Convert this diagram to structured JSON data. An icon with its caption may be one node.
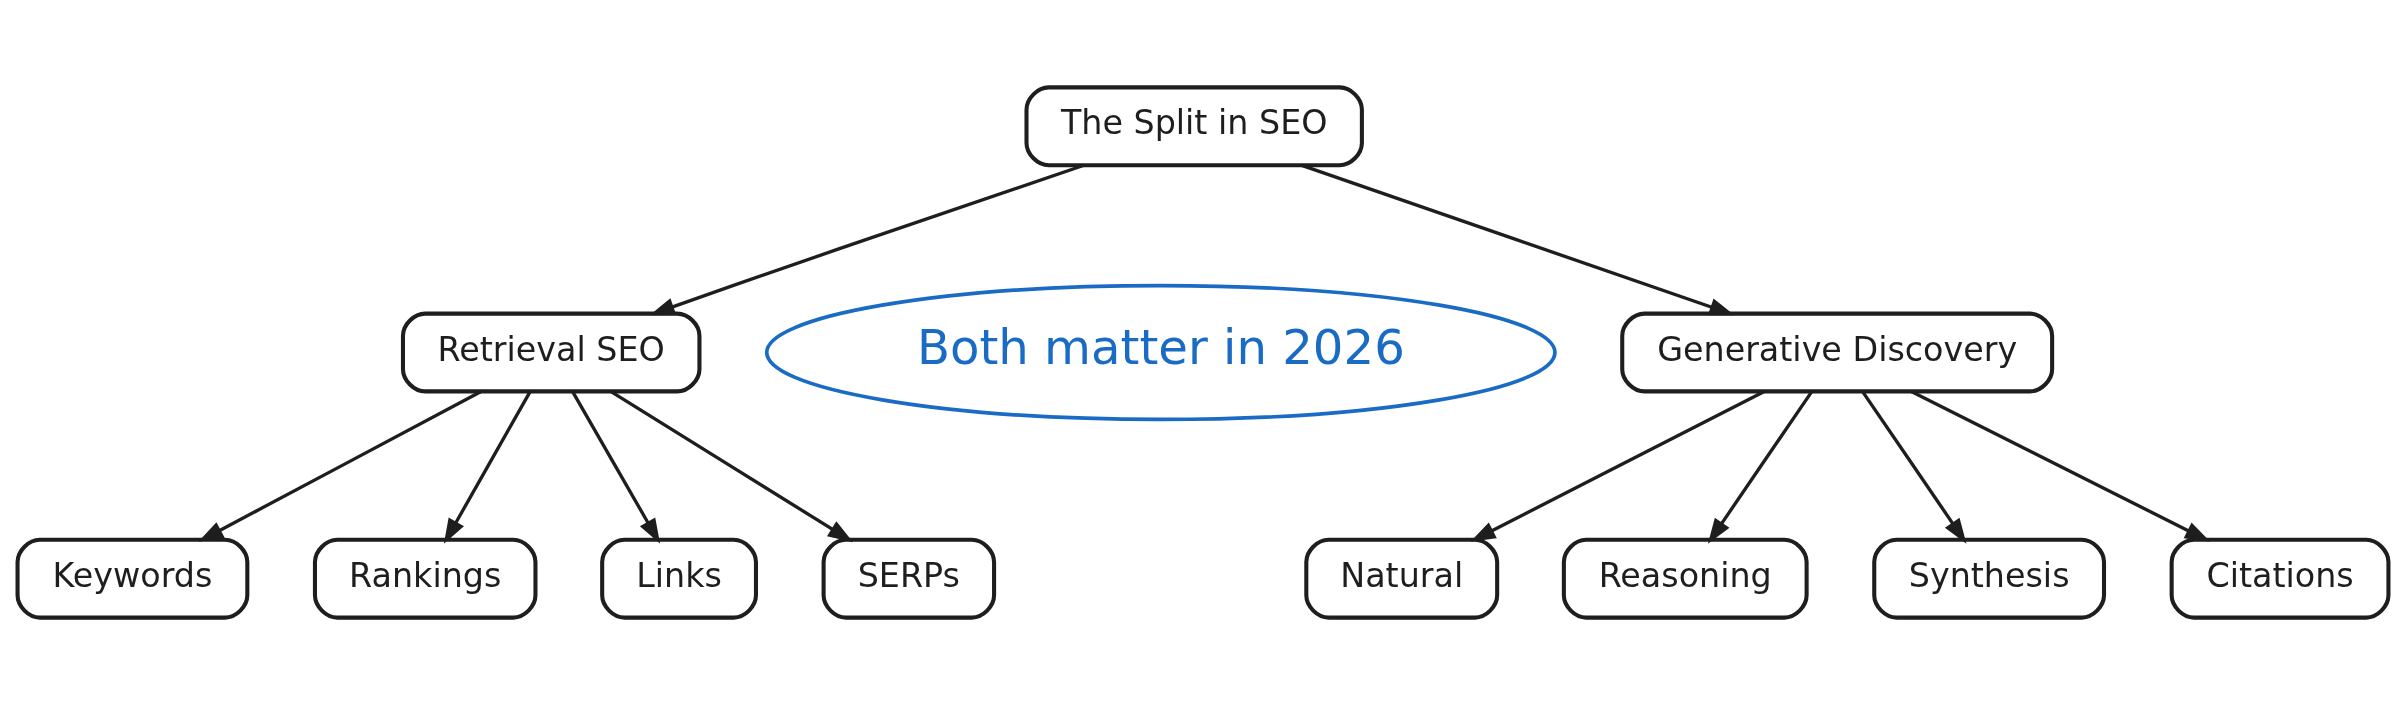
{
  "diagram": {
    "nodes": [
      {
        "text": [
          "The Split in SEO"
        ]
      },
      {
        "text": [
          "Both matter in 2026"
        ]
      },
      {
        "text": [
          "Retrieval SEO"
        ]
      },
      {
        "text": [
          "Generative Discovery"
        ]
      },
      {
        "text": [
          "Keywords"
        ]
      },
      {
        "text": [
          "Rankings"
        ]
      },
      {
        "text": [
          "Links"
        ]
      },
      {
        "text": [
          "SERPs"
        ]
      },
      {
        "text": [
          "Natural"
        ]
      },
      {
        "text": [
          "Reasoning"
        ]
      },
      {
        "text": [
          "Synthesis"
        ]
      },
      {
        "text": [
          "Citations"
        ]
      }
    ],
    "edges": [
      {
        "from": 0,
        "to": 2,
        "arrow": "to"
      },
      {
        "from": 0,
        "to": 3,
        "arrow": "to"
      },
      {
        "from": 2,
        "to": 4,
        "arrow": "to"
      },
      {
        "from": 2,
        "to": 5,
        "arrow": "to"
      },
      {
        "from": 2,
        "to": 6,
        "arrow": "to"
      },
      {
        "from": 2,
        "to": 7,
        "arrow": "to"
      },
      {
        "from": 3,
        "to": 8,
        "arrow": "to"
      },
      {
        "from": 3,
        "to": 9,
        "arrow": "to"
      },
      {
        "from": 3,
        "to": 10,
        "arrow": "to"
      },
      {
        "from": 3,
        "to": 11,
        "arrow": "to"
      }
    ]
  }
}
